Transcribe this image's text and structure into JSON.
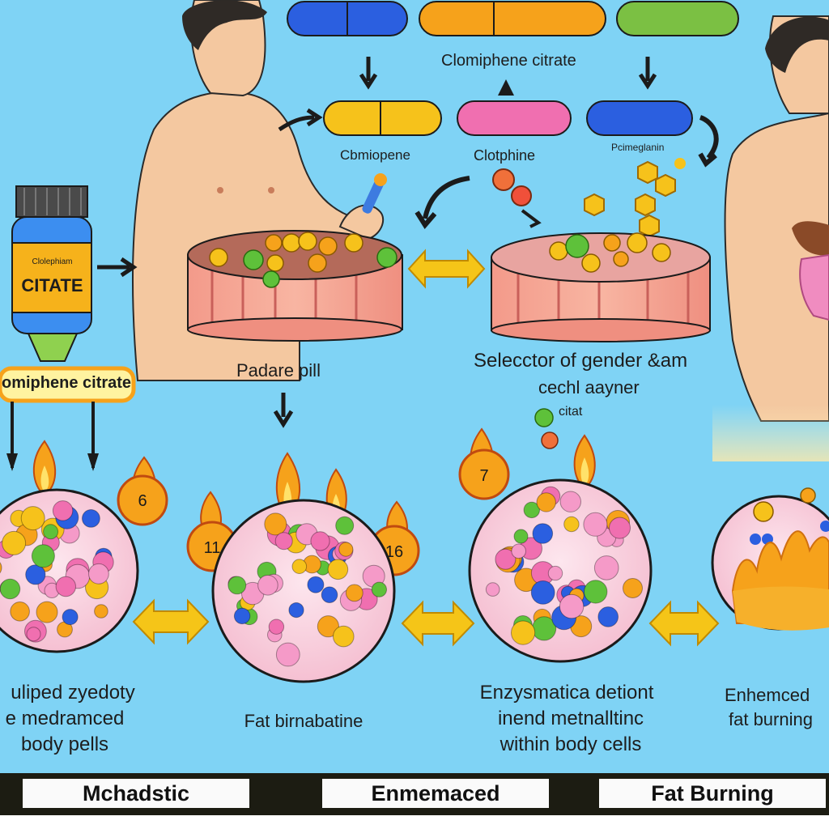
{
  "pills_top_label": "Clomiphene citrate",
  "pill_labels": [
    "Cbmiopene",
    "Clotphine",
    "Pcimeglanin"
  ],
  "bottle": {
    "small_label": "Clolephiam",
    "main_label": "CITATE",
    "banner_label": "omiphene citrate"
  },
  "section_labels": {
    "padare_pill": "Padare pill",
    "selector_lines": [
      "Selecctor of gender &am",
      "cechl aayner",
      "citat"
    ]
  },
  "badges": [
    "6",
    "11",
    "16",
    "7"
  ],
  "captions": {
    "cell1": [
      "uliped zyedoty",
      "e medramced",
      "body pells"
    ],
    "cell2": [
      "Fat birnabatine"
    ],
    "cell3": [
      "Enzysmatica detiont",
      "inend metnalltinc",
      "within body cells"
    ],
    "cell4": [
      "Enhemced",
      "fat burning"
    ]
  },
  "bottom_bar": [
    "Mchadstic",
    "Enmemaced",
    "Fat Burning"
  ],
  "colors": {
    "background": "#7fd3f5",
    "skin": "#f4c8a0",
    "flame": "#f6a21b",
    "arrow": "#f5c518",
    "cell": "#f9d4e0"
  }
}
